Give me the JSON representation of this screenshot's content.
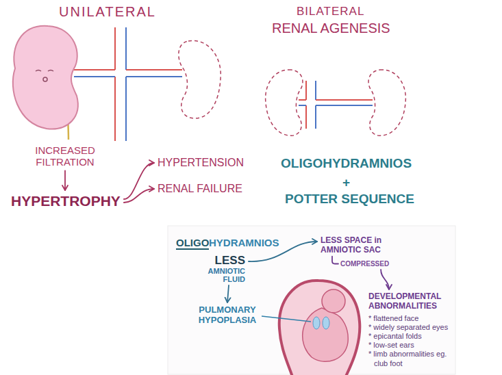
{
  "diagram": {
    "nodes": [
      {
        "text": [
          "INCREASED FILTRATION"
        ]
      },
      {
        "text": [
          "HYPERTROPHY"
        ]
      },
      {
        "text": [
          "HYPERTENSION"
        ]
      },
      {
        "text": [
          "RENAL FAILURE"
        ]
      },
      {
        "text": [
          "LESS",
          "AMNIOTIC FLUID"
        ]
      },
      {
        "text": [
          "PULMONARY HYPOPLASIA"
        ]
      },
      {
        "text": [
          "LESS SPACE in AMNIOTIC SAC"
        ]
      },
      {
        "text": [
          "COMPRESSED"
        ]
      },
      {
        "text": [
          "DEVELOPMENTAL ABNORMALITIES",
          "* flattened face",
          "* widely separated eyes",
          "* epicantal folds",
          "* low-set ears",
          "* limb abnormalities eg. club foot"
        ]
      }
    ],
    "edges": [
      {
        "from": 0,
        "to": 1,
        "arrow": "to"
      },
      {
        "from": 1,
        "to": 2,
        "arrow": "to"
      },
      {
        "from": 1,
        "to": 3,
        "arrow": "to"
      },
      {
        "from": 4,
        "to": 5,
        "arrow": "to"
      },
      {
        "from": 4,
        "to": 6,
        "arrow": "to"
      },
      {
        "from": 6,
        "to": 7,
        "arrow": "none"
      },
      {
        "from": 7,
        "to": 8,
        "arrow": "to"
      }
    ],
    "labels": [
      "UNILATERAL",
      "BILATERAL",
      "RENAL AGENESIS",
      "OLIGOHYDRAMNIOS",
      "+",
      "POTTER SEQUENCE",
      "OLIGO",
      "HYDRAMNIOS"
    ]
  }
}
